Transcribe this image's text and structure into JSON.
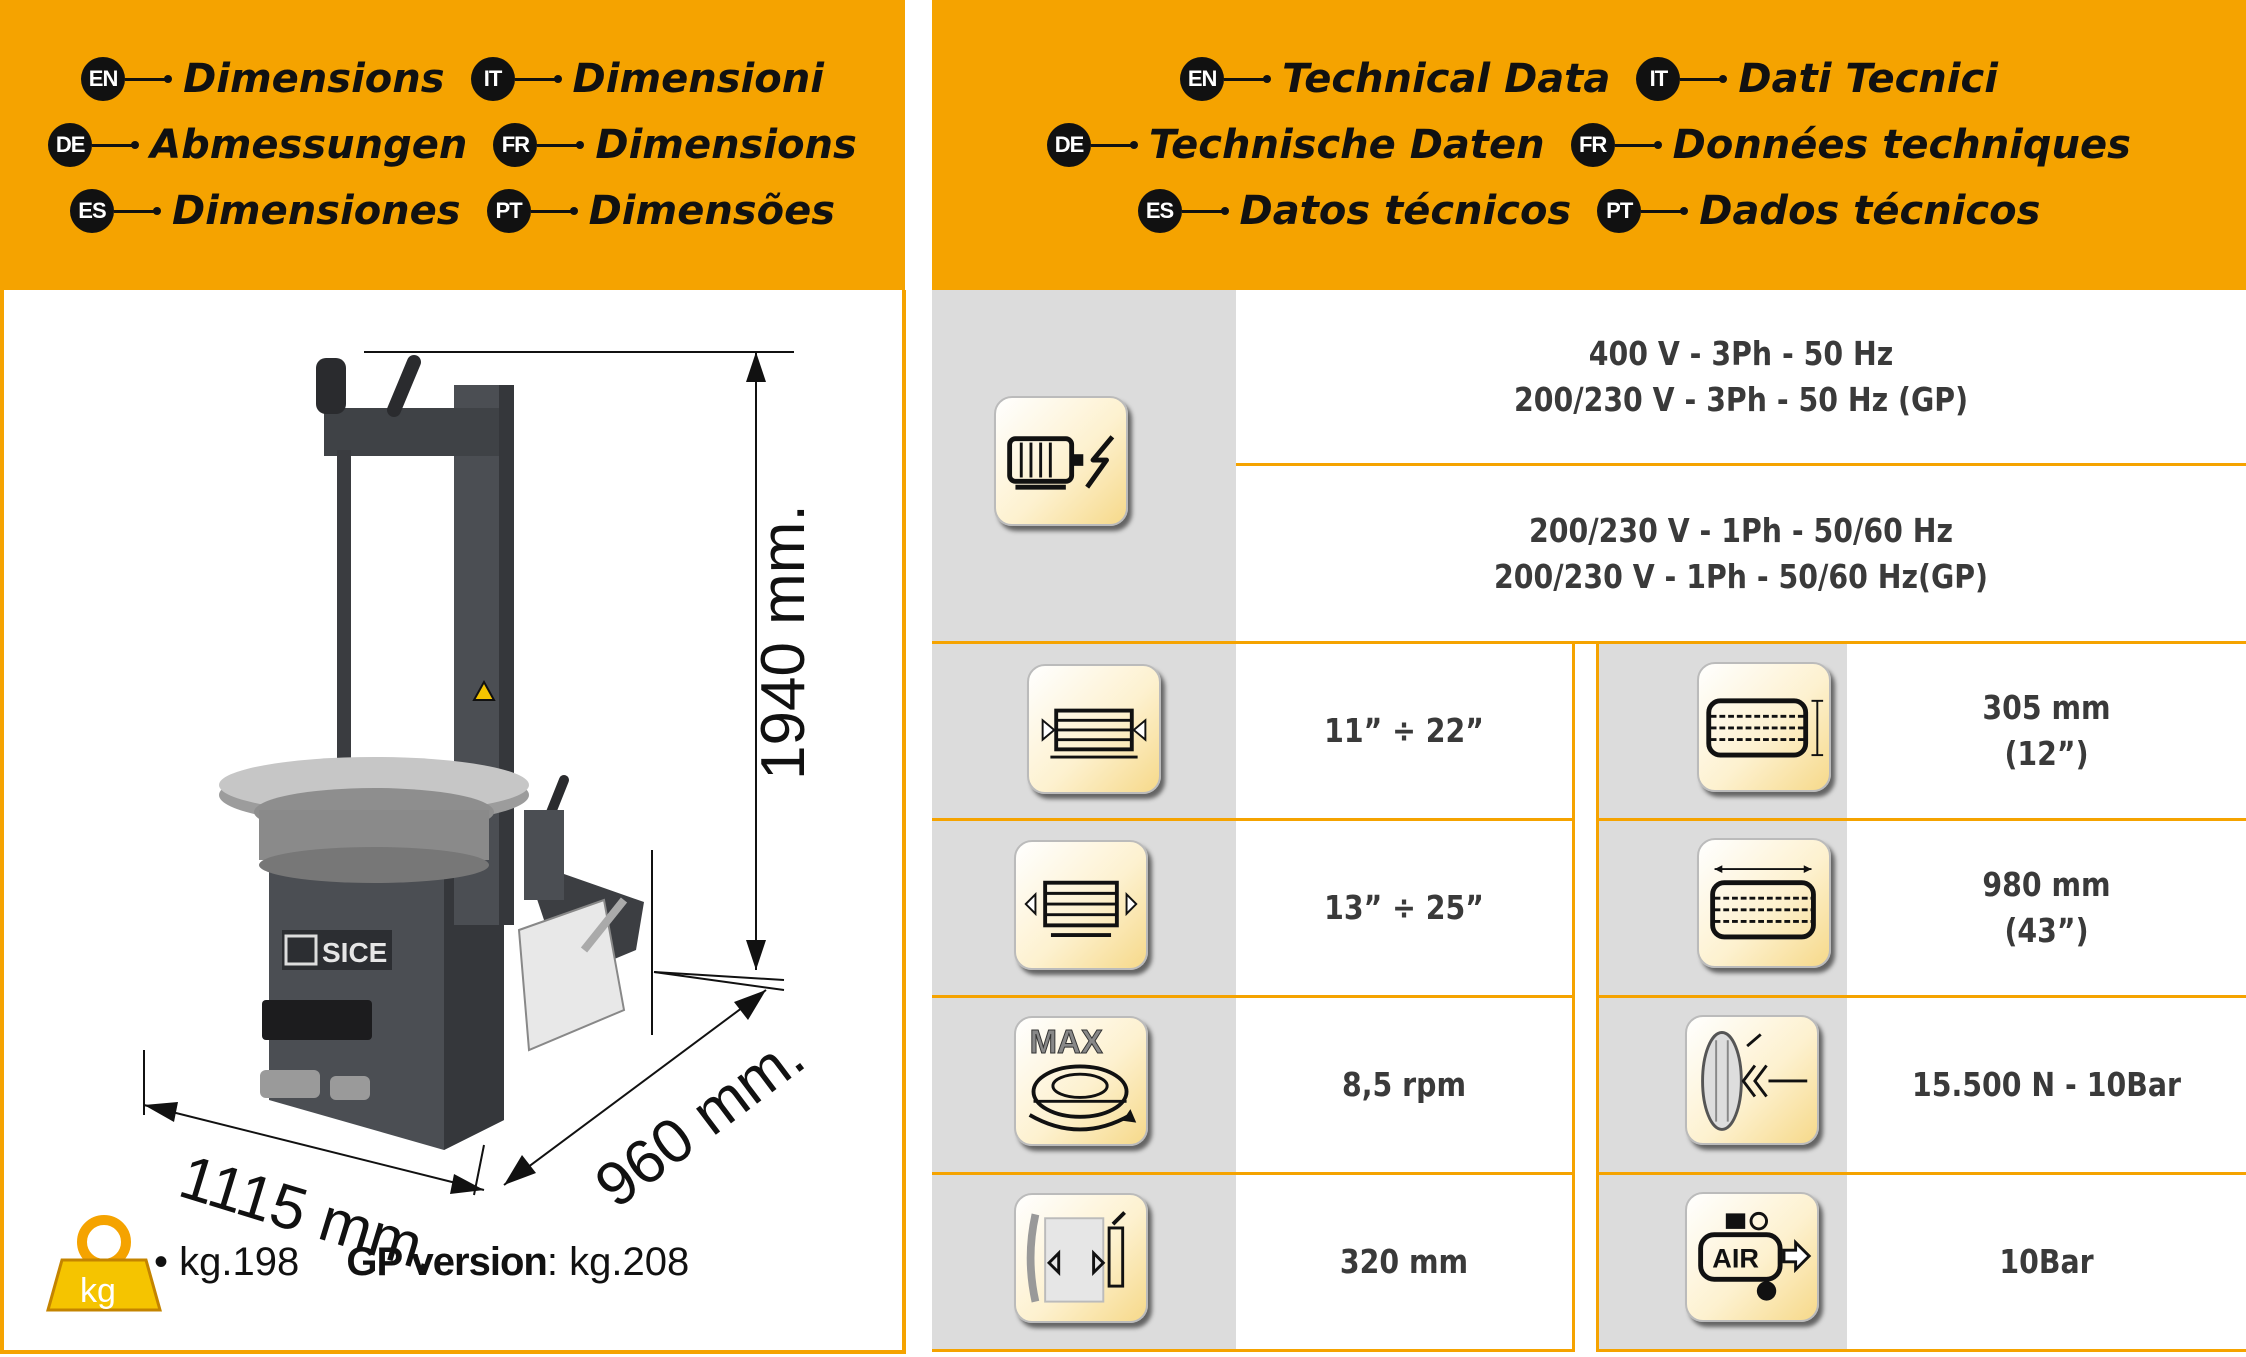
{
  "left_header": {
    "lines": [
      [
        {
          "code": "EN",
          "label": "Dimensions"
        },
        {
          "code": "IT",
          "label": "Dimensioni"
        }
      ],
      [
        {
          "code": "DE",
          "label": "Abmessungen"
        },
        {
          "code": "FR",
          "label": "Dimensions"
        }
      ],
      [
        {
          "code": "ES",
          "label": "Dimensiones"
        },
        {
          "code": "PT",
          "label": "Dimensões"
        }
      ]
    ]
  },
  "right_header": {
    "lines": [
      [
        {
          "code": "EN",
          "label": "Technical Data"
        },
        {
          "code": "IT",
          "label": "Dati Tecnici"
        }
      ],
      [
        {
          "code": "DE",
          "label": "Technische Daten"
        },
        {
          "code": "FR",
          "label": "Données techniques"
        }
      ],
      [
        {
          "code": "ES",
          "label": "Datos técnicos"
        },
        {
          "code": "PT",
          "label": "Dados técnicos"
        }
      ]
    ]
  },
  "dimensions": {
    "height": "1940 mm.",
    "depth": "960 mm.",
    "width": "1115 mm.",
    "machine_brand": "SICE"
  },
  "weight": {
    "icon_label": "kg",
    "bullet": "•",
    "standard": "kg.198",
    "gp_label": "GP version",
    "gp_sep": ":",
    "gp_value": "kg.208"
  },
  "power": {
    "three_phase": [
      "400 V - 3Ph - 50 Hz",
      "200/230 V - 3Ph - 50 Hz (GP)"
    ],
    "single_phase": [
      "200/230 V - 1Ph - 50/60 Hz",
      "200/230 V - 1Ph - 50/60 Hz(GP)"
    ]
  },
  "specs_left": [
    {
      "icon": "rim-clamp-outside-icon",
      "value": [
        "11” ÷ 22”"
      ]
    },
    {
      "icon": "rim-clamp-inside-icon",
      "value": [
        "13” ÷ 25”"
      ]
    },
    {
      "icon": "max-rotation-speed-icon",
      "icon_text": "MAX",
      "value": [
        "8,5 rpm"
      ]
    },
    {
      "icon": "bead-breaker-opening-icon",
      "value": [
        "320 mm"
      ]
    }
  ],
  "specs_right": [
    {
      "icon": "tyre-width-icon",
      "value": [
        "305 mm",
        "(12”)"
      ]
    },
    {
      "icon": "tyre-diameter-icon",
      "value": [
        "980 mm",
        "(43”)"
      ]
    },
    {
      "icon": "bead-breaker-force-icon",
      "value": [
        "15.500 N - 10Bar"
      ]
    },
    {
      "icon": "air-compressor-icon",
      "icon_text": "AIR",
      "value": [
        "10Bar"
      ]
    }
  ],
  "colors": {
    "accent": "#f5a300",
    "grey": "#dcdcdc",
    "text": "#3a3a3a"
  }
}
